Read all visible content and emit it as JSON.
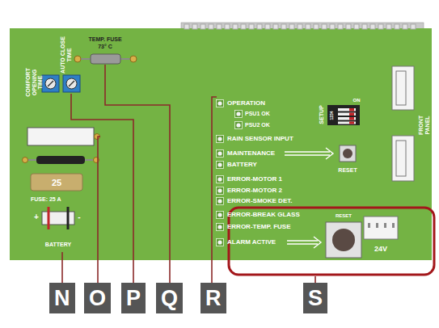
{
  "diagram": {
    "nodes": [
      {
        "text": [
          "N"
        ]
      },
      {
        "text": [
          "O"
        ]
      },
      {
        "text": [
          "P"
        ]
      },
      {
        "text": [
          "Q"
        ]
      },
      {
        "text": [
          "R"
        ]
      },
      {
        "text": [
          "S"
        ]
      }
    ],
    "labels": [
      "TEMP. FUSE",
      "73° C",
      "COMFORT OPENING TIME",
      "AUTO CLOSE TIME",
      "25",
      "FUSE: 25 A",
      "+",
      "-",
      "BATTERY",
      "OPERATION",
      "PSU1 OK",
      "PSU2 OK",
      "RAIN SENSOR INPUT",
      "MAINTENANCE",
      "BATTERY",
      "ERROR-MOTOR 1",
      "ERROR-MOTOR 2",
      "ERROR-SMOKE DET.",
      "ERROR-BREAK GLASS",
      "ERROR-TEMP. FUSE",
      "ALARM ACTIVE",
      "SETUP",
      "ON",
      "1234",
      "RESET",
      "RESET",
      "24V",
      "FRONT PANEL"
    ]
  }
}
